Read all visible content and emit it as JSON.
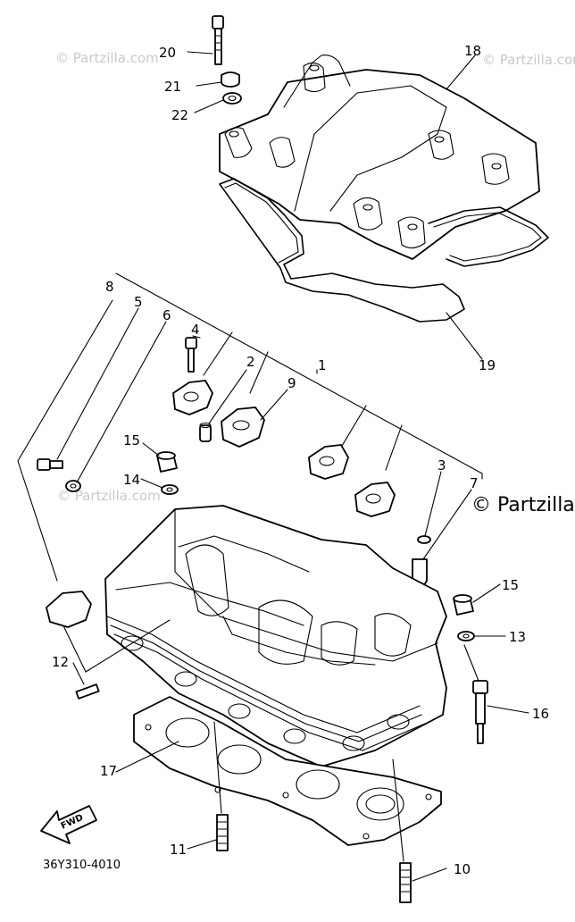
{
  "diagram": {
    "part_code": "36Y310-4010",
    "direction_badge": "FWD",
    "watermarks": {
      "top_left": "© Partzilla.com",
      "top_right": "© Partzilla.com",
      "mid_left": "© Partzilla.com",
      "mid_right": "© Partzilla"
    },
    "callouts": [
      {
        "id": "c1",
        "label": "1"
      },
      {
        "id": "c2",
        "label": "2"
      },
      {
        "id": "c3",
        "label": "3"
      },
      {
        "id": "c4",
        "label": "4"
      },
      {
        "id": "c5",
        "label": "5"
      },
      {
        "id": "c6",
        "label": "6"
      },
      {
        "id": "c7",
        "label": "7"
      },
      {
        "id": "c8",
        "label": "8"
      },
      {
        "id": "c9",
        "label": "9"
      },
      {
        "id": "c10",
        "label": "10"
      },
      {
        "id": "c11",
        "label": "11"
      },
      {
        "id": "c12",
        "label": "12"
      },
      {
        "id": "c13",
        "label": "13"
      },
      {
        "id": "c14",
        "label": "14"
      },
      {
        "id": "c15a",
        "label": "15"
      },
      {
        "id": "c15b",
        "label": "15"
      },
      {
        "id": "c16",
        "label": "16"
      },
      {
        "id": "c17",
        "label": "17"
      },
      {
        "id": "c18",
        "label": "18"
      },
      {
        "id": "c19",
        "label": "19"
      },
      {
        "id": "c20",
        "label": "20"
      },
      {
        "id": "c21",
        "label": "21"
      },
      {
        "id": "c22",
        "label": "22"
      }
    ]
  }
}
